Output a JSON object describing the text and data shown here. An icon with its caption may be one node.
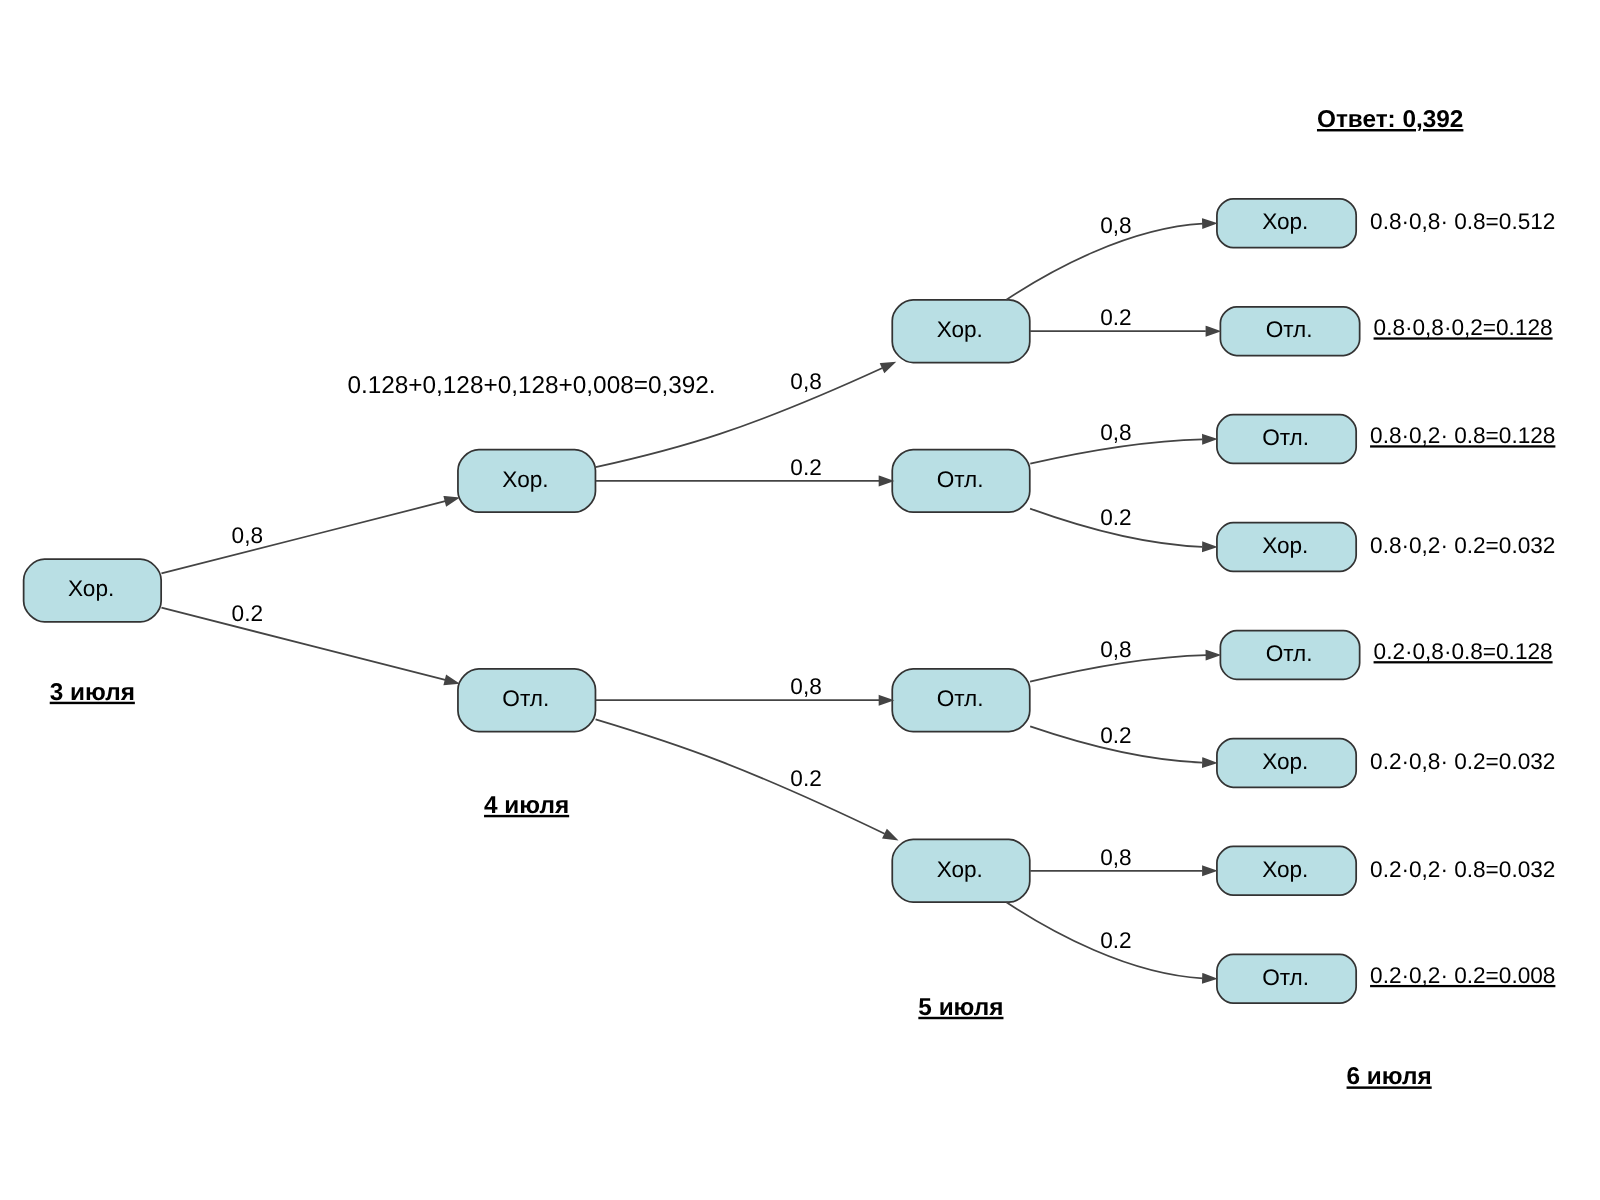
{
  "diagram": {
    "nodes": [
      {
        "text": [
          "Хор."
        ]
      },
      {
        "text": [
          "Хор."
        ]
      },
      {
        "text": [
          "Отл."
        ]
      },
      {
        "text": [
          "Хор."
        ]
      },
      {
        "text": [
          "Отл."
        ]
      },
      {
        "text": [
          "Отл."
        ]
      },
      {
        "text": [
          "Хор."
        ]
      },
      {
        "text": [
          "Хор."
        ],
        "beside": [
          "0.8·0,8· 0.8=0.512"
        ]
      },
      {
        "text": [
          "Отл."
        ],
        "beside": [
          "0.8·0,8·0,2=0.128"
        ]
      },
      {
        "text": [
          "Отл."
        ],
        "beside": [
          "0.8·0,2· 0.8=0.128"
        ]
      },
      {
        "text": [
          "Хор."
        ],
        "beside": [
          "0.8·0,2· 0.2=0.032"
        ]
      },
      {
        "text": [
          "Отл."
        ],
        "beside": [
          "0.2·0,8·0.8=0.128"
        ]
      },
      {
        "text": [
          "Хор."
        ],
        "beside": [
          "0.2·0,8· 0.2=0.032"
        ]
      },
      {
        "text": [
          "Хор."
        ],
        "beside": [
          "0.2·0,2· 0.8=0.032"
        ]
      },
      {
        "text": [
          "Отл."
        ],
        "beside": [
          "0.2·0,2· 0.2=0.008"
        ]
      }
    ],
    "edges": [
      {
        "from": 0,
        "to": 1,
        "arrow": "to",
        "label": "0,8"
      },
      {
        "from": 0,
        "to": 2,
        "arrow": "to",
        "label": "0.2"
      },
      {
        "from": 1,
        "to": 3,
        "arrow": "to",
        "label": "0,8"
      },
      {
        "from": 1,
        "to": 4,
        "arrow": "to",
        "label": "0.2"
      },
      {
        "from": 2,
        "to": 5,
        "arrow": "to",
        "label": "0,8"
      },
      {
        "from": 2,
        "to": 6,
        "arrow": "to",
        "label": "0.2"
      },
      {
        "from": 3,
        "to": 7,
        "arrow": "to",
        "label": "0,8"
      },
      {
        "from": 3,
        "to": 8,
        "arrow": "to",
        "label": "0.2"
      },
      {
        "from": 4,
        "to": 9,
        "arrow": "to",
        "label": "0,8"
      },
      {
        "from": 4,
        "to": 10,
        "arrow": "to",
        "label": "0.2"
      },
      {
        "from": 5,
        "to": 11,
        "arrow": "to",
        "label": "0,8"
      },
      {
        "from": 5,
        "to": 12,
        "arrow": "to",
        "label": "0.2"
      },
      {
        "from": 6,
        "to": 13,
        "arrow": "to",
        "label": "0,8"
      },
      {
        "from": 6,
        "to": 14,
        "arrow": "to",
        "label": "0.2"
      }
    ],
    "labels": [
      "3 июля",
      "4 июля",
      "5 июля",
      "6 июля",
      "0.128+0,128+0,128+0,008=0,392.",
      "Ответ: 0,392"
    ]
  }
}
